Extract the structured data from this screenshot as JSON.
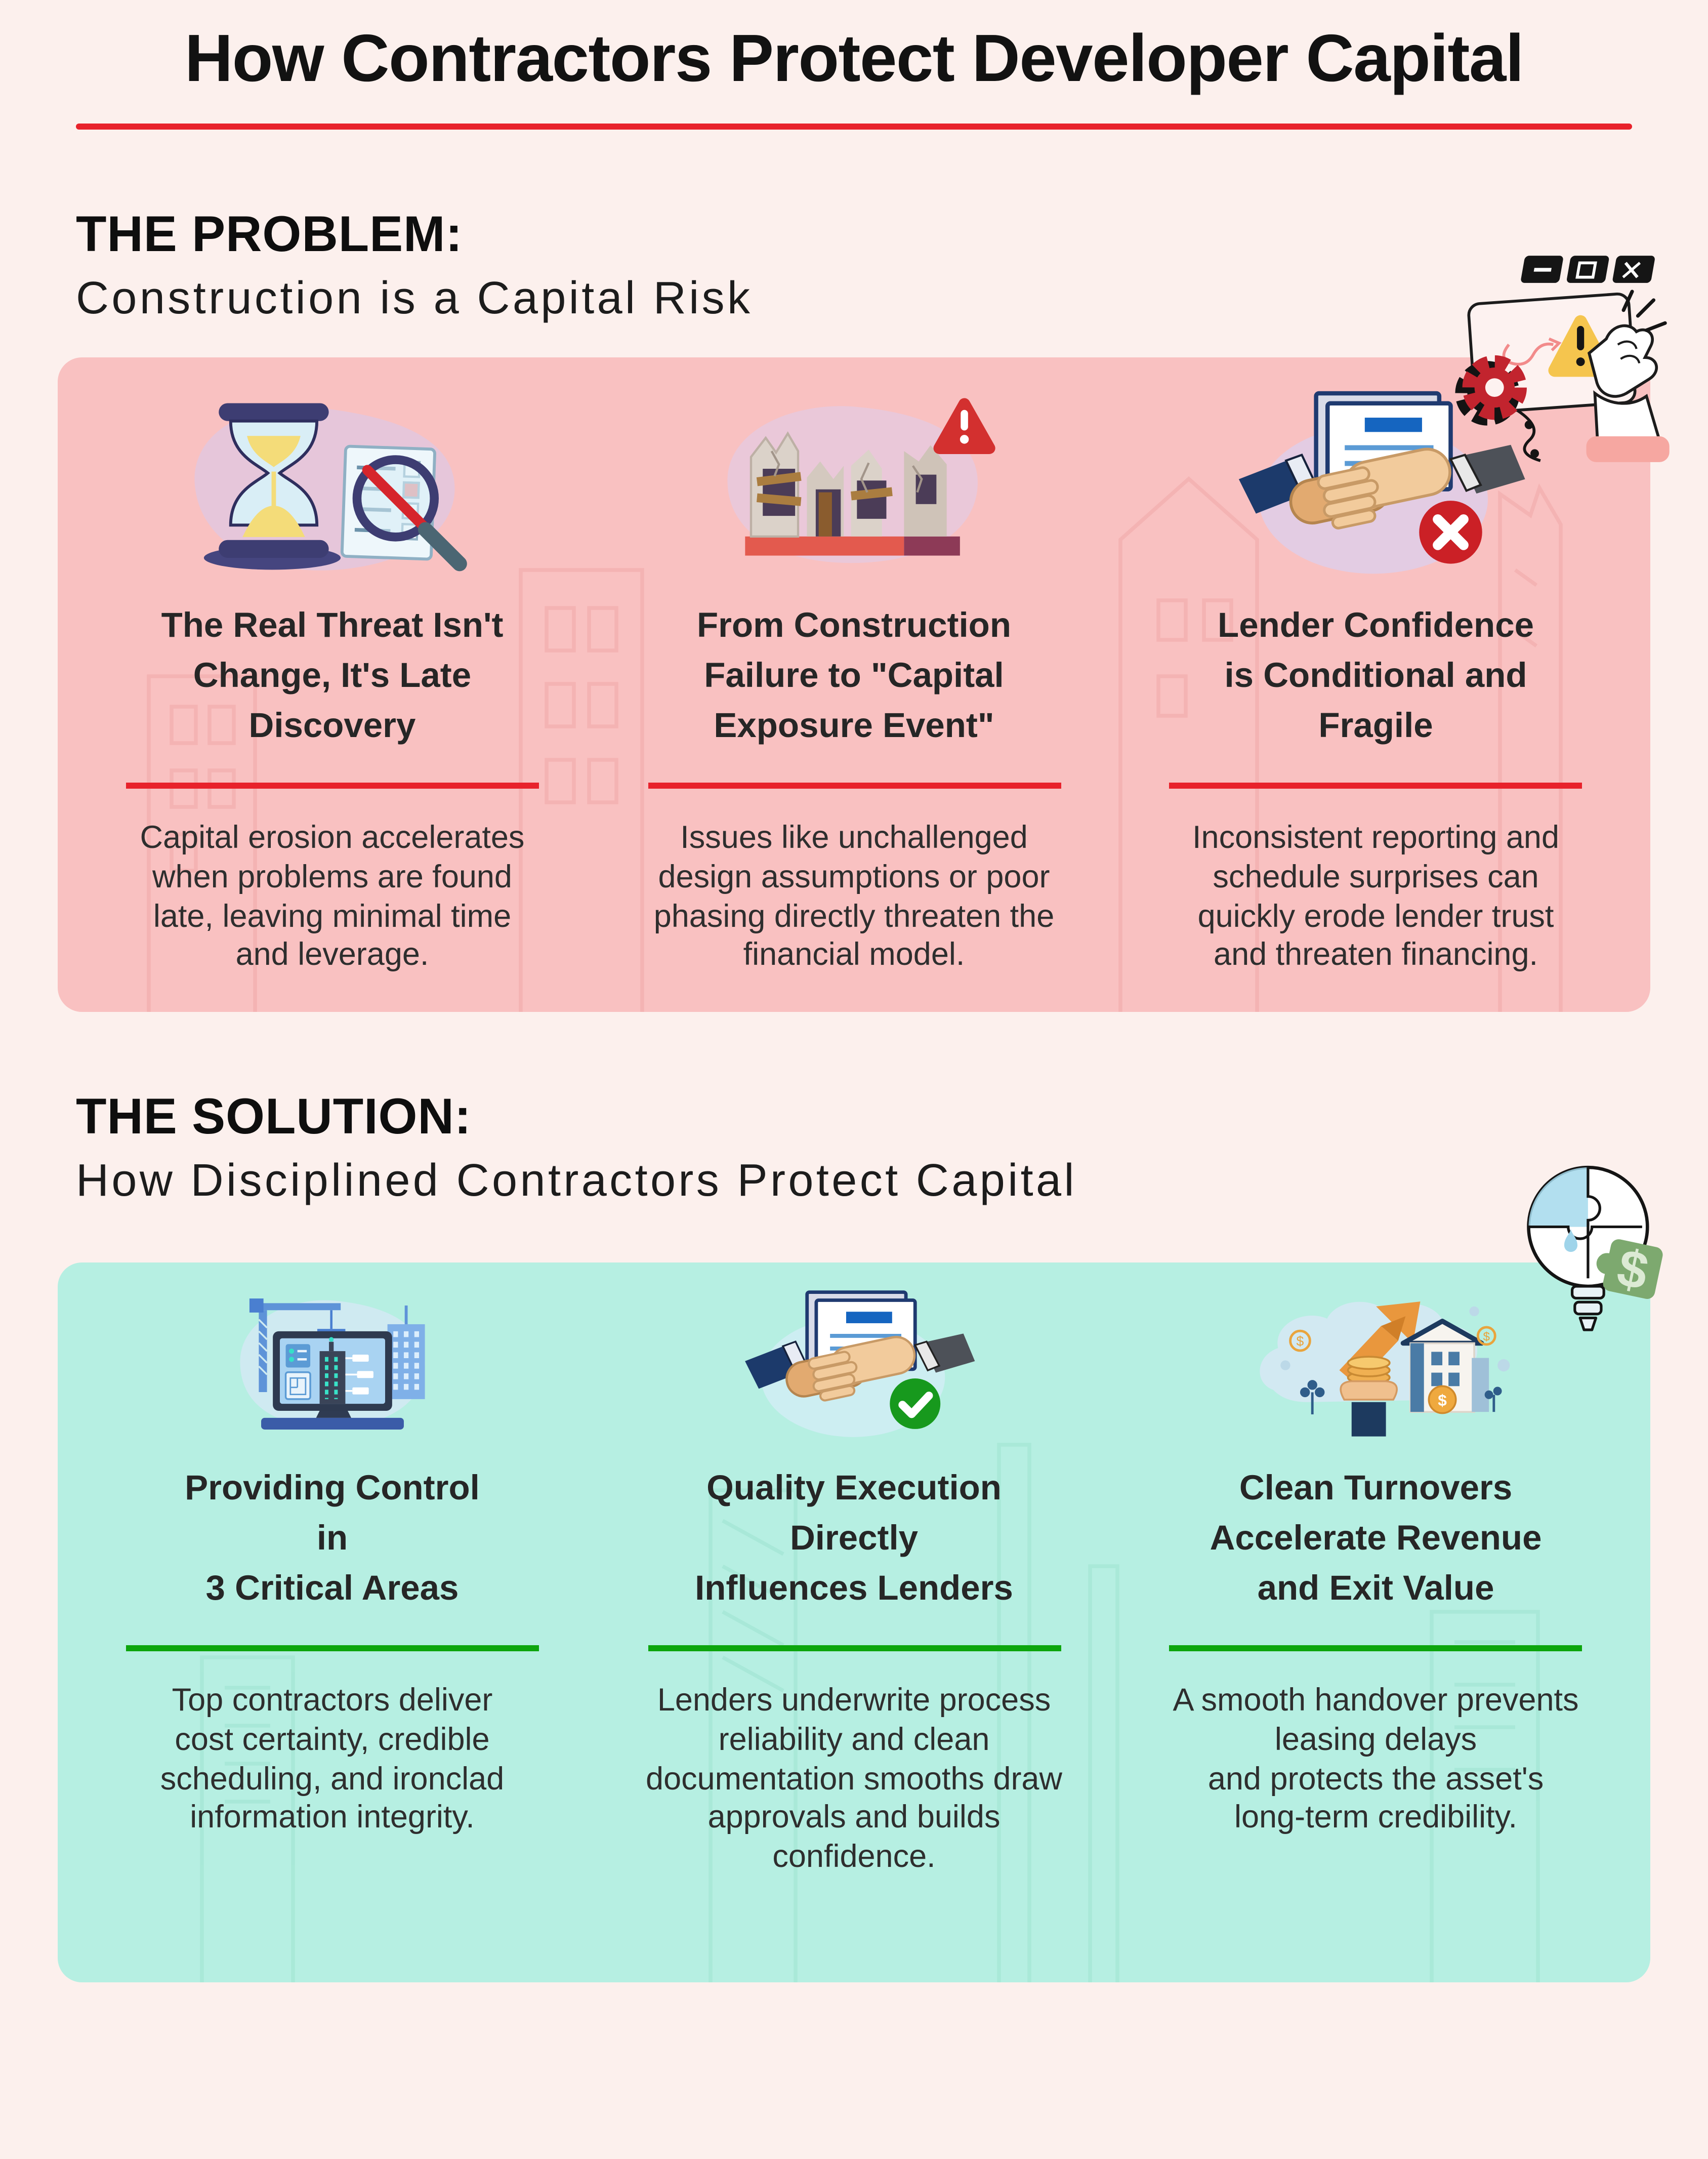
{
  "page": {
    "title": "How Contractors Protect Developer Capital",
    "colors": {
      "background": "#fcf0ed",
      "accent_red": "#e8222b",
      "accent_green": "#0da50d",
      "panel_problem": "#f9c1c1",
      "panel_solution": "#b6efe2",
      "badge_error": "#cb2026",
      "badge_success": "#17991d"
    }
  },
  "problem": {
    "label": "THE PROBLEM:",
    "subtitle": "Construction is a Capital Risk",
    "header_icon": "system-warning-illustration",
    "cards": [
      {
        "icon": "hourglass-late-discovery-icon",
        "title": "The Real Threat Isn't\nChange, It's Late\nDiscovery",
        "body": "Capital erosion accelerates\nwhen problems are found\nlate, leaving minimal time\nand leverage."
      },
      {
        "icon": "ruined-building-warning-icon",
        "title": "From Construction\nFailure to \"Capital\nExposure Event\"",
        "body": "Issues like unchallenged\ndesign assumptions or poor\nphasing directly threaten the\nfinancial model."
      },
      {
        "icon": "handshake-rejected-icon",
        "title": "Lender Confidence\nis Conditional and\nFragile",
        "body": "Inconsistent reporting and\nschedule surprises can\nquickly erode lender trust\nand threaten financing."
      }
    ]
  },
  "solution": {
    "label": "THE SOLUTION:",
    "subtitle": "How Disciplined Contractors Protect Capital",
    "header_icon": "puzzle-lightbulb-illustration",
    "cards": [
      {
        "icon": "construction-dashboard-icon",
        "title": "Providing Control\nin\n3 Critical Areas",
        "body": "Top contractors deliver\ncost certainty, credible\nscheduling, and ironclad\ninformation integrity."
      },
      {
        "icon": "handshake-approved-icon",
        "title": "Quality Execution\nDirectly\nInfluences Lenders",
        "body": "Lenders underwrite process\nreliability and clean\ndocumentation smooths draw\napprovals and builds\nconfidence."
      },
      {
        "icon": "revenue-growth-icon",
        "title": "Clean Turnovers\nAccelerate Revenue\nand Exit Value",
        "body": "A smooth handover prevents\nleasing delays\nand protects the asset's\nlong-term credibility."
      }
    ]
  }
}
